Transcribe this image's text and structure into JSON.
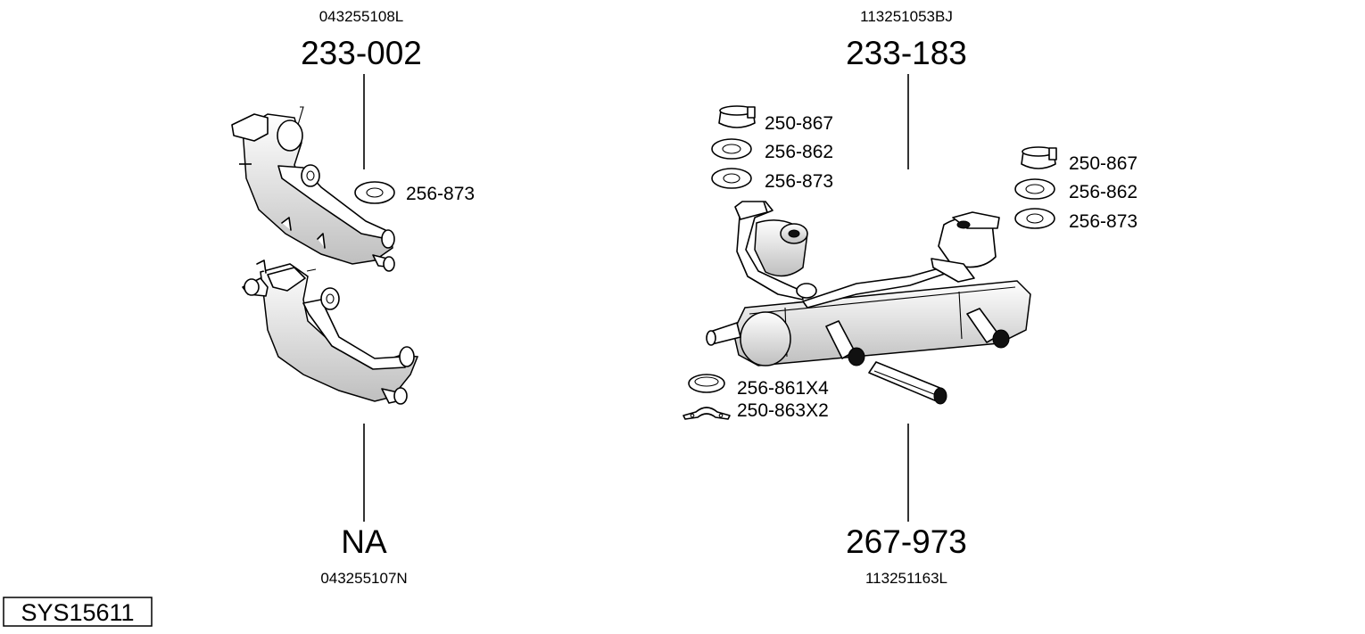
{
  "diagram": {
    "system_id": "SYS15611",
    "parts": [
      {
        "oem": "043255108L",
        "number": "233-002",
        "accessories": [
          "256-873"
        ]
      },
      {
        "oem": "043255107N",
        "number": "NA",
        "accessories": []
      },
      {
        "oem": "113251053BJ",
        "number": "233-183",
        "accessories": [
          "250-867",
          "256-862",
          "256-873",
          "250-867",
          "256-862",
          "256-873"
        ]
      },
      {
        "oem": "113251163L",
        "number": "267-973",
        "accessories": [
          "256-861X4",
          "250-863X2"
        ]
      }
    ]
  }
}
